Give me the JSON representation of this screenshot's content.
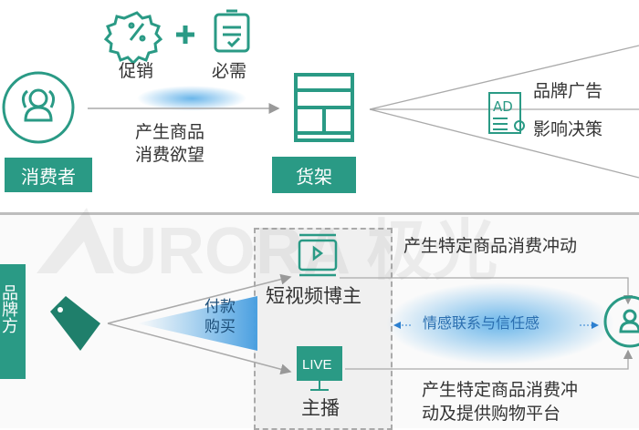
{
  "colors": {
    "accent": "#2a9a85",
    "glow": "#5aaee8",
    "line": "#aaaaaa"
  },
  "watermark": "AURORA极光",
  "top": {
    "consumer_label": "消费者",
    "promo_label": "促销",
    "necessity_label": "必需",
    "desire_text": [
      "产生商品",
      "消费欲望"
    ],
    "shelf_label": "货架",
    "ad_icon_text": "AD",
    "brand_ad_text": "品牌广告",
    "influence_text": "影响决策"
  },
  "bottom": {
    "brand_label": "品牌方",
    "payment_text": [
      "付款",
      "购买"
    ],
    "blogger_label": "短视频博主",
    "live_icon_text": "LIVE",
    "anchor_label": "主播",
    "impulse_text": "产生特定商品消费冲动",
    "trust_text": "情感联系与信任感",
    "platform_text": [
      "产生特定商品消费冲",
      "动及提供购物平台"
    ]
  },
  "icons": [
    "users-icon",
    "percent-badge-icon",
    "plus-icon",
    "clipboard-check-icon",
    "shelf-icon",
    "ad-icon",
    "price-tag-icon",
    "video-play-icon",
    "live-tv-icon"
  ]
}
